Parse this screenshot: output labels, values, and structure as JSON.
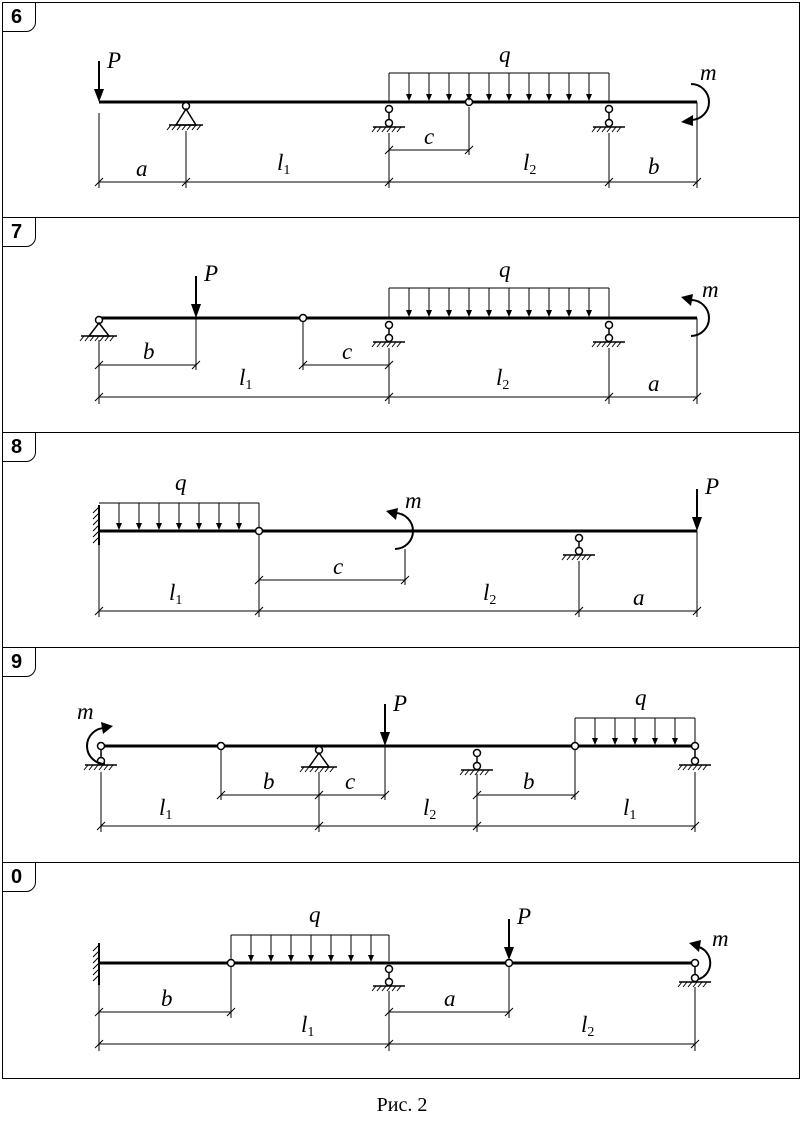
{
  "caption": "Рис. 2",
  "panels": [
    {
      "number": "6",
      "labels": {
        "P": "P",
        "q": "q",
        "m": "m",
        "a": "a",
        "l1": "l",
        "l1_sub": "1",
        "c": "c",
        "l2": "l",
        "l2_sub": "2",
        "b": "b"
      }
    },
    {
      "number": "7",
      "labels": {
        "P": "P",
        "q": "q",
        "m": "m",
        "b": "b",
        "c": "c",
        "l1": "l",
        "l1_sub": "1",
        "l2": "l",
        "l2_sub": "2",
        "a": "a"
      }
    },
    {
      "number": "8",
      "labels": {
        "q": "q",
        "m": "m",
        "P": "P",
        "c": "c",
        "l1": "l",
        "l1_sub": "1",
        "l2": "l",
        "l2_sub": "2",
        "a": "a"
      }
    },
    {
      "number": "9",
      "labels": {
        "m": "m",
        "P": "P",
        "q": "q",
        "b1": "b",
        "c": "c",
        "b2": "b",
        "l1a": "l",
        "l1a_sub": "1",
        "l2": "l",
        "l2_sub": "2",
        "l1b": "l",
        "l1b_sub": "1"
      }
    },
    {
      "number": "0",
      "labels": {
        "q": "q",
        "P": "P",
        "m": "m",
        "b": "b",
        "a": "a",
        "l1": "l",
        "l1_sub": "1",
        "l2": "l",
        "l2_sub": "2"
      }
    }
  ]
}
